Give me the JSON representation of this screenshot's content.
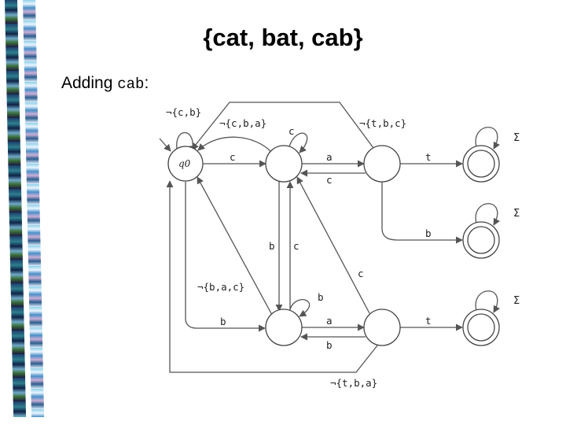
{
  "slide": {
    "title": "{cat, bat, cab}",
    "intro_prefix": "Adding ",
    "intro_code": "cab",
    "intro_suffix": ":"
  },
  "automaton": {
    "start_state": "q0",
    "labels": {
      "c": "c",
      "a": "a",
      "b": "b",
      "t": "t",
      "sigma": "Σ",
      "not_cb": "¬{c,b}",
      "not_cba": "¬{c,b,a}",
      "not_tbc": "¬{t,b,c}",
      "not_bac": "¬{b,a,c}",
      "not_tba": "¬{t,b,a}"
    }
  }
}
